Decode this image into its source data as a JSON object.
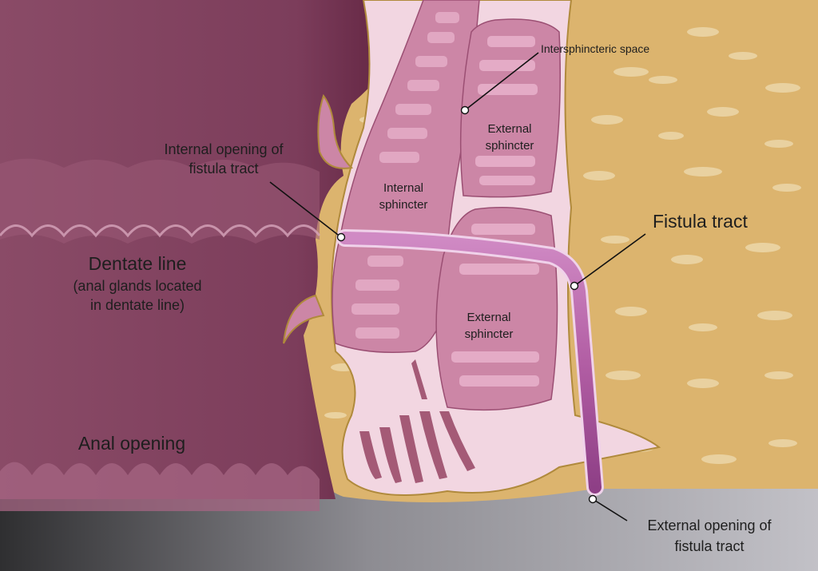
{
  "labels": {
    "interspace": "Intersphincteric space",
    "ext_upper_1": "External",
    "ext_upper_2": "sphincter",
    "internal_opening_1": "Internal opening of",
    "internal_opening_2": "fistula tract",
    "int_sphincter_1": "Internal",
    "int_sphincter_2": "sphincter",
    "fistula_tract": "Fistula tract",
    "dentate_1": "Dentate line",
    "dentate_2": "(anal glands located",
    "dentate_3": "in dentate line)",
    "ext_lower_1": "External",
    "ext_lower_2": "sphincter",
    "anal_opening": "Anal opening",
    "external_opening_1": "External opening of",
    "external_opening_2": "fistula tract"
  },
  "colors": {
    "mucosa": "#7e3f5c",
    "fat": "#dcb46e",
    "sphincter": "#cc86a6",
    "muscle_fiber": "#e7b5cb",
    "space": "#f2d6e1",
    "fistula": "#b560a6",
    "skin": "#b8b7bd"
  }
}
